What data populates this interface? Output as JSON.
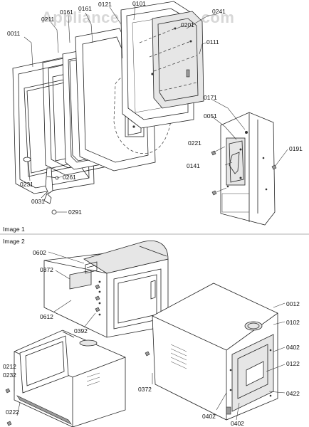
{
  "watermark": "AppliancePartsPros.com",
  "sections": {
    "image1": "Image 1",
    "image2": "Image 2"
  },
  "callouts": {
    "c0121": "0121",
    "c0101": "0101",
    "c0211": "0211",
    "c0161": "0161",
    "c0201": "0201",
    "c0241": "0241",
    "c0011": "0011",
    "c0111": "0111",
    "c0171": "0171",
    "c0051": "0051",
    "c0221": "0221",
    "c0191": "0191",
    "c0141": "0141",
    "c0231": "0231",
    "c0261": "0261",
    "c0031": "0031",
    "c0291": "0291",
    "c0602": "0602",
    "c0372a": "0372",
    "c0612": "0612",
    "c0392": "0392",
    "c0012": "0012",
    "c0102": "0102",
    "c0402a": "0402",
    "c0122": "0122",
    "c0422": "0422",
    "c0212": "0212",
    "c0232": "0232",
    "c0222": "0222",
    "c0372b": "0372",
    "c0402b": "0402",
    "c0402c": "0402"
  },
  "icons": [
    "screw-icon",
    "bolt-icon"
  ]
}
